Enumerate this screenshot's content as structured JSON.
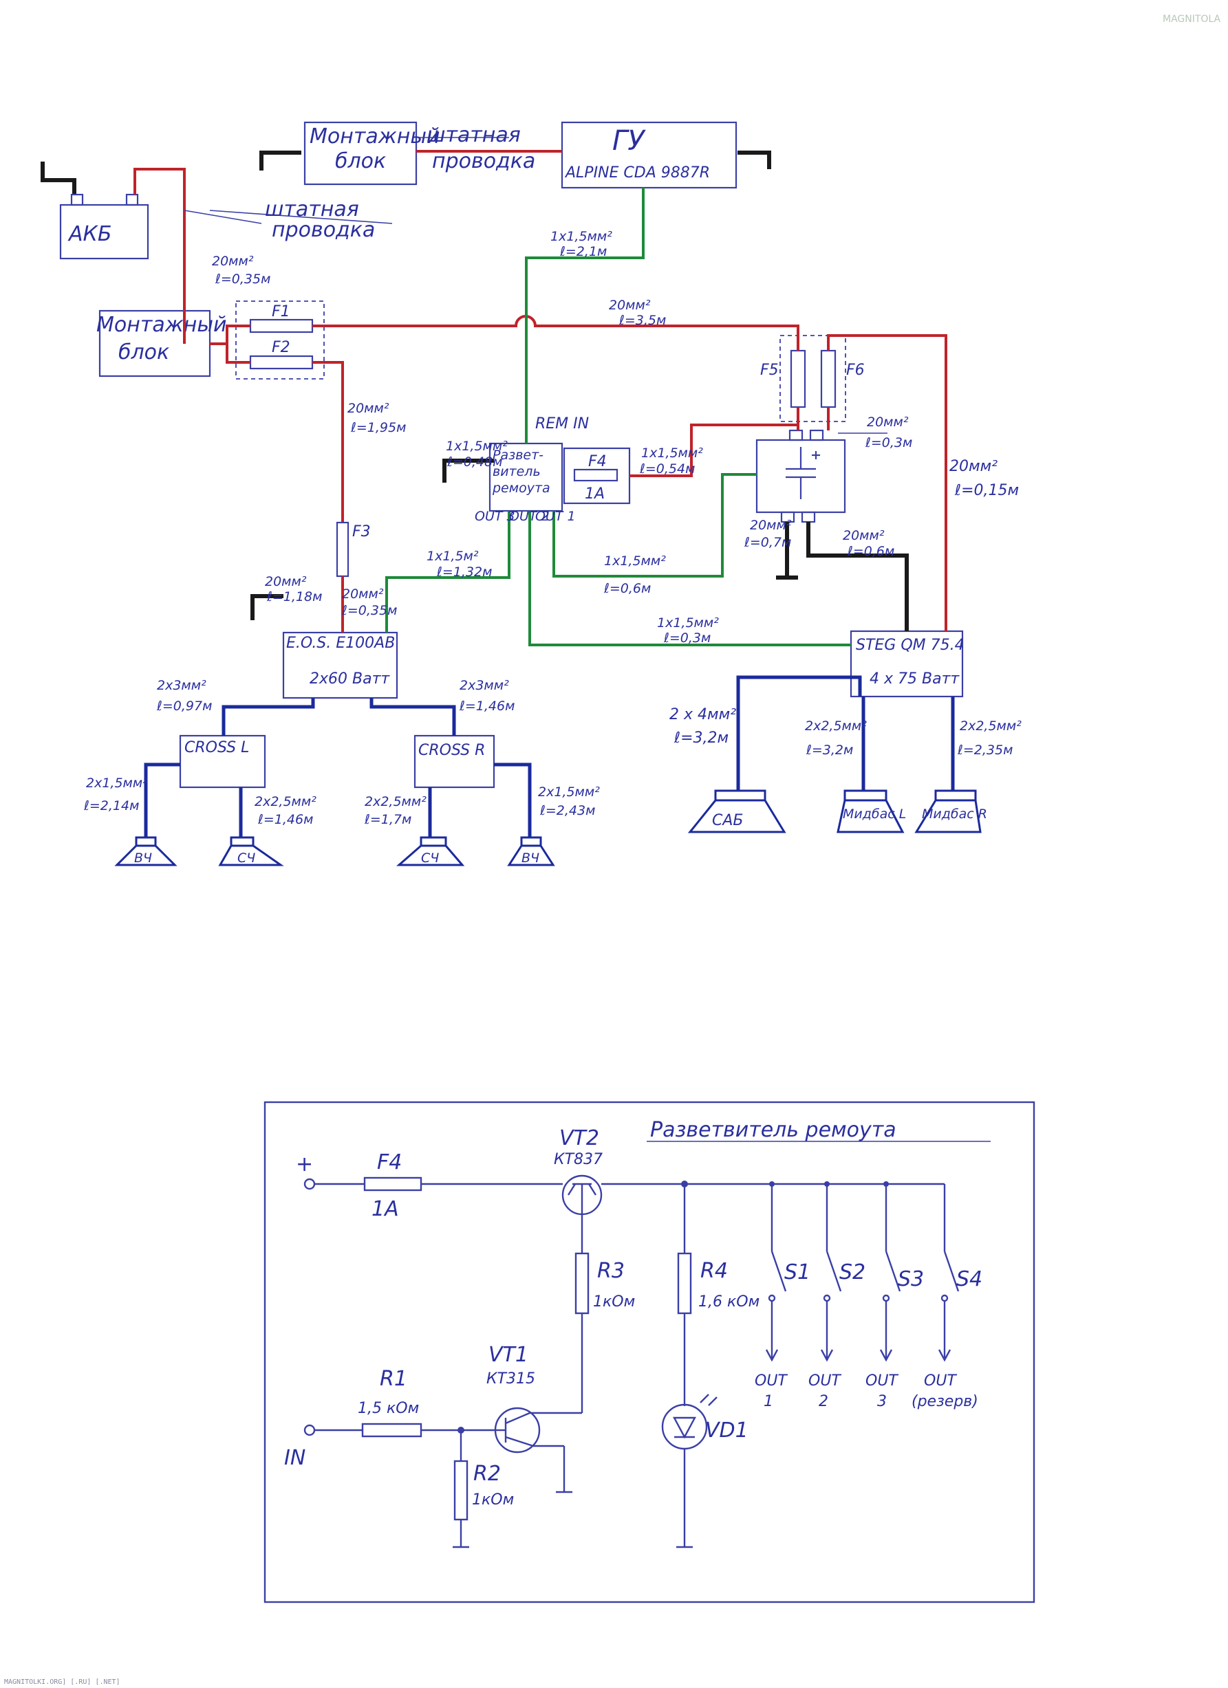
{
  "watermark": "MAGNITOLA",
  "footer": "MAGNITOLKI.ORG] [.RU] [.NET]",
  "wiring": {
    "head_unit": {
      "title": "ГУ",
      "model": "ALPINE CDA 9887R"
    },
    "fuse_block_top": {
      "line1": "Монтажный",
      "line2": "блок"
    },
    "fuse_block_left": {
      "line1": "Монтажный",
      "line2": "блок"
    },
    "battery": "АКБ",
    "stock_wiring_1": {
      "line1": "штатная",
      "line2": "проводка"
    },
    "stock_wiring_2": {
      "line1": "штатная",
      "line2": "проводка"
    },
    "fuses": {
      "f1": "F1",
      "f2": "F2",
      "f3": "F3",
      "f4": "F4",
      "f4_rating": "1А",
      "f5": "F5",
      "f6": "F6"
    },
    "remote_splitter": {
      "line1": "Развет-",
      "line2": "витель",
      "line3": "ремоута"
    },
    "remote_outputs": {
      "out3": "OUT 3",
      "out2": "OUT 2",
      "out1": "OUT 1"
    },
    "rem_in": "REM IN",
    "amp1": {
      "model": "E.O.S. E100AB",
      "power": "2x60 Ватт"
    },
    "amp2": {
      "model": "STEG QM 75.4",
      "power": "4 x 75 Ватт"
    },
    "cross_l": "CROSS L",
    "cross_r": "CROSS R",
    "speakers": {
      "tw_l": "ВЧ",
      "mid_l": "СЧ",
      "mid_r": "СЧ",
      "tw_r": "ВЧ",
      "sub": "САБ",
      "midbass_l": "Мидбас L",
      "midbass_r": "Мидбас R"
    },
    "cables": {
      "rem_hu": {
        "section": "1x1,5мм²",
        "length": "ℓ=2,1м"
      },
      "pwr_main": {
        "section": "20мм²",
        "length": "ℓ=3,5м"
      },
      "bat_block": {
        "section": "20мм²",
        "length": "ℓ=0,35м"
      },
      "pwr_f3": {
        "section": "20мм²",
        "length": "ℓ=1,95м"
      },
      "splitter_gnd": {
        "section": "1x1,5мм²",
        "length": "ℓ=0,48м"
      },
      "splitter_pwr": {
        "section": "1x1,5мм²",
        "length": "ℓ=0,54м"
      },
      "cap_pos": {
        "section": "20мм²",
        "length": "ℓ=0,3м"
      },
      "amp2_pwr": {
        "section": "20мм²",
        "length": "ℓ=0,15м"
      },
      "cap_gnd": {
        "section": "20мм²",
        "length": "ℓ=0,7м"
      },
      "amp2_gnd": {
        "section": "20мм²",
        "length": "ℓ=0,6м"
      },
      "out3_amp1": {
        "section": "1x1,5м²",
        "length": "ℓ=1,32м"
      },
      "out2_cap": {
        "section": "1x1,5мм²",
        "length": "ℓ=0,6м"
      },
      "out1_amp2": {
        "section": "1x1,5мм²",
        "length": "ℓ=0,3м"
      },
      "amp1_gnd": {
        "section": "20мм²",
        "length": "ℓ=1,18м"
      },
      "amp1_pwr": {
        "section": "20мм²",
        "length": "ℓ=0,35м"
      },
      "amp1_cross_l": {
        "section": "2x3мм²",
        "length": "ℓ=0,97м"
      },
      "amp1_cross_r": {
        "section": "2x3мм²",
        "length": "ℓ=1,46м"
      },
      "cross_l_tw": {
        "section": "2x1,5мм²",
        "length": "ℓ=2,14м"
      },
      "cross_l_mid": {
        "section": "2x2,5мм²",
        "length": "ℓ=1,46м"
      },
      "cross_r_mid": {
        "section": "2x2,5мм²",
        "length": "ℓ=1,7м"
      },
      "cross_r_tw": {
        "section": "2x1,5мм²",
        "length": "ℓ=2,43м"
      },
      "sub": {
        "section": "2 x 4мм²",
        "length": "ℓ=3,2м"
      },
      "midbass_l": {
        "section": "2x2,5мм²",
        "length": "ℓ=3,2м"
      },
      "midbass_r": {
        "section": "2x2,5мм²",
        "length": "ℓ=2,35м"
      }
    }
  },
  "schematic": {
    "title": "Разветвитель ремоута",
    "plus": "+",
    "in": "IN",
    "f4": {
      "name": "F4",
      "value": "1А"
    },
    "vt2": {
      "name": "VT2",
      "type": "КТ837"
    },
    "vt1": {
      "name": "VT1",
      "type": "КТ315"
    },
    "r1": {
      "name": "R1",
      "value": "1,5 кОм"
    },
    "r2": {
      "name": "R2",
      "value": "1кОм"
    },
    "r3": {
      "name": "R3",
      "value": "1кОм"
    },
    "r4": {
      "name": "R4",
      "value": "1,6 кОм"
    },
    "vd1": "VD1",
    "switches": [
      "S1",
      "S2",
      "S3",
      "S4"
    ],
    "outputs": [
      {
        "label": "OUT",
        "sub": "1"
      },
      {
        "label": "OUT",
        "sub": "2"
      },
      {
        "label": "OUT",
        "sub": "3"
      },
      {
        "label": "OUT",
        "sub": "(резерв)"
      }
    ]
  }
}
